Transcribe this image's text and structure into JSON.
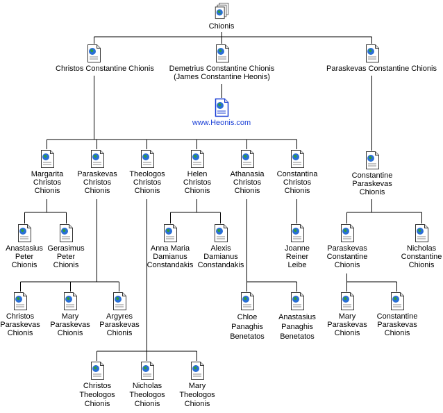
{
  "tree": {
    "root": "Chionis",
    "christos": "Christos Constantine Chionis",
    "demetrius": "Demetrius Constantine Chionis\n(James Constantine Heonis)",
    "website": "www.Heonis.com",
    "paraskevas_root": "Paraskevas Constantine Chionis",
    "margarita": "Margarita\nChristos\nChionis",
    "paraskevas_c": "Paraskevas\nChristos\nChionis",
    "theologos": "Theologos\nChristos\nChionis",
    "helen": "Helen\nChristos\nChionis",
    "athanasia": "Athanasia\nChristos\nChionis",
    "constantina": "Constantina\nChristos\nChionis",
    "constantine_p": "Constantine\nParaskevas\nChionis",
    "anastasius_peter": "Anastasius\nPeter\nChionis",
    "gerasimus_peter": "Gerasimus\nPeter\nChionis",
    "anna_maria": "Anna Maria\nDamianus\nConstandakis",
    "alexis": "Alexis\nDamianus\nConstandakis",
    "joanne": "Joanne\nReiner\nLeibe",
    "paraskevas_const": "Paraskevas\nConstantine\nChionis",
    "nicholas_const": "Nicholas\nConstantine\nChionis",
    "christos_p": "Christos\nParaskevas\nChionis",
    "mary_p": "Mary\nParaskevas\nChionis",
    "argyres_p": "Argyres\nParaskevas\nChionis",
    "chloe": "Chloe\nPanaghis\nBenetatos",
    "anastasius_pan": "Anastasius\nPanaghis\nBenetatos",
    "mary_pc": "Mary\nParaskevas\nChionis",
    "constantine_pc": "Constantine\nParaskevas\nChionis",
    "christos_t": "Christos\nTheologos\nChionis",
    "nicholas_t": "Nicholas\nTheologos\nChionis",
    "mary_t": "Mary\nTheologos\nChionis"
  },
  "colors": {
    "line": "#000000",
    "link": "#1a3fd6"
  }
}
